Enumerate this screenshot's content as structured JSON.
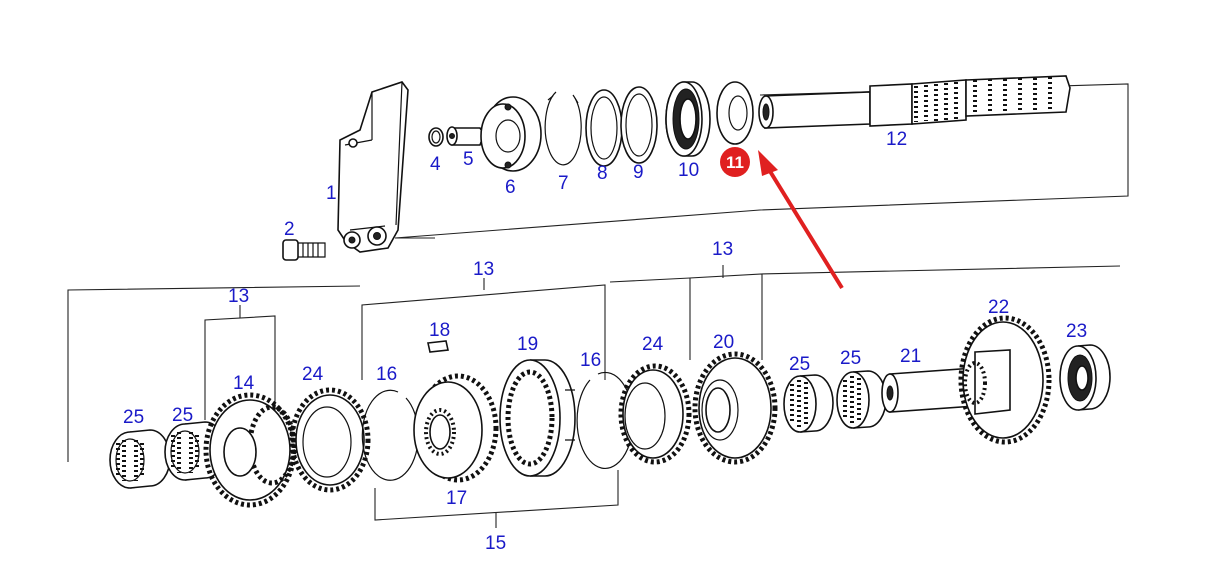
{
  "diagram": {
    "labels": {
      "p1": "1",
      "p2": "2",
      "p4": "4",
      "p5": "5",
      "p6": "6",
      "p7": "7",
      "p8": "8",
      "p9": "9",
      "p10": "10",
      "p12": "12",
      "p13a": "13",
      "p13b": "13",
      "p13c": "13",
      "p14": "14",
      "p15": "15",
      "p16a": "16",
      "p16b": "16",
      "p17": "17",
      "p18": "18",
      "p19": "19",
      "p20": "20",
      "p21": "21",
      "p22": "22",
      "p23": "23",
      "p24a": "24",
      "p24b": "24",
      "p25a": "25",
      "p25b": "25",
      "p25c": "25",
      "p25d": "25"
    },
    "highlight": {
      "label": "11",
      "color": "#e02020"
    },
    "label_color": "#1a1ac8",
    "arrow_color": "#e02020"
  }
}
